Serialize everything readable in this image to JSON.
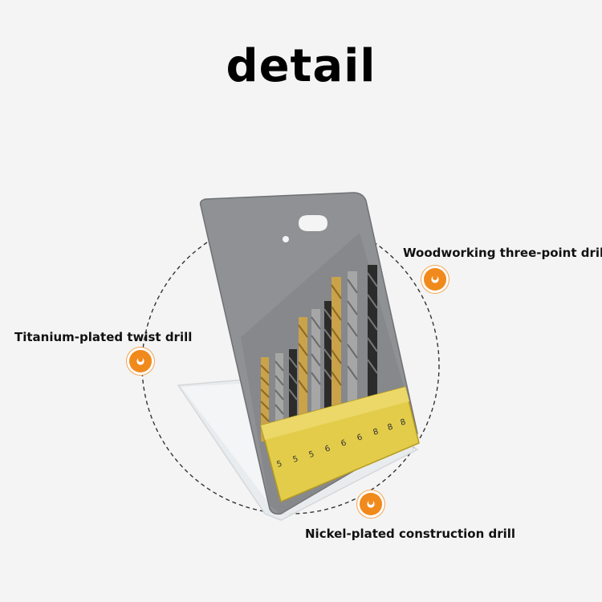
{
  "title": "detail",
  "callouts": {
    "woodworking": "Woodworking three-point drill",
    "titanium": "Titanium-plated twist drill",
    "nickel": "Nickel-plated construction drill"
  },
  "product": {
    "sizes": [
      "5",
      "5",
      "5",
      "6",
      "6",
      "6",
      "8",
      "8",
      "8"
    ]
  }
}
